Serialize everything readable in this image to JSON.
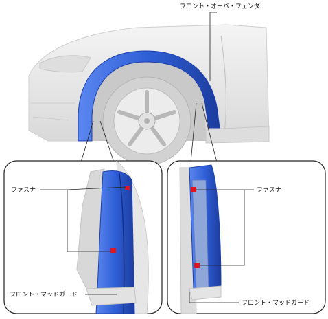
{
  "labels": {
    "top_callout": "フロント・オーバ・フェンダ",
    "left_fastener": "ファスナ",
    "left_mudguard": "フロント・マッドガード",
    "right_fastener": "ファスナ",
    "right_mudguard": "フロント・マッドガード"
  },
  "colors": {
    "part_blue": "#2f5fd6",
    "part_blue_dark": "#1d3fa8",
    "fastener_red": "#e0141e",
    "body_gray": "#e9e9e9",
    "outline": "#222222"
  }
}
